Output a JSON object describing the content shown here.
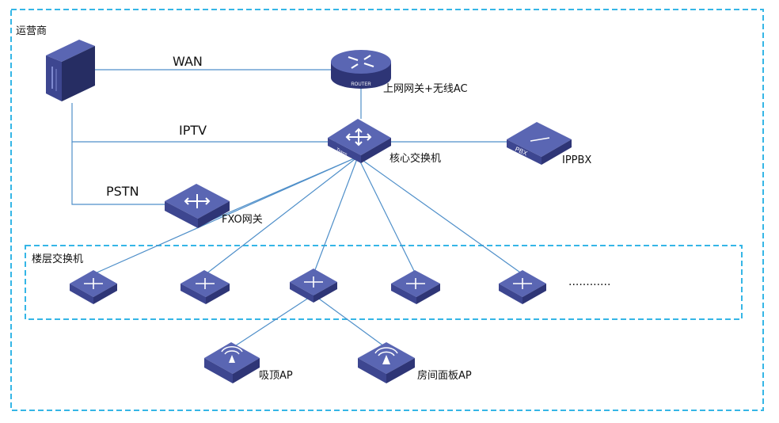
{
  "labels": {
    "carrier": "运营商",
    "wan": "WAN",
    "iptv": "IPTV",
    "pstn": "PSTN",
    "router_caption": "上网网关+无线AC",
    "core_switch": "核心交换机",
    "ippbx": "IPPBX",
    "fxo_gateway": "FXO网关",
    "floor_switches": "楼层交换机",
    "ellipsis": "............",
    "ceiling_ap": "吸顶AP",
    "panel_ap": "房间面板AP"
  },
  "device_text": {
    "router_badge": "ROUTER",
    "core_badge": "Trans",
    "pbx_badge": "PBX"
  },
  "colors": {
    "frame_dash": "#35b6e6",
    "link_line": "#4f8fc9",
    "device_top": "#5a66b3",
    "device_side": "#2e3576",
    "device_front": "#3d4690",
    "server_dark": "#262d63"
  }
}
